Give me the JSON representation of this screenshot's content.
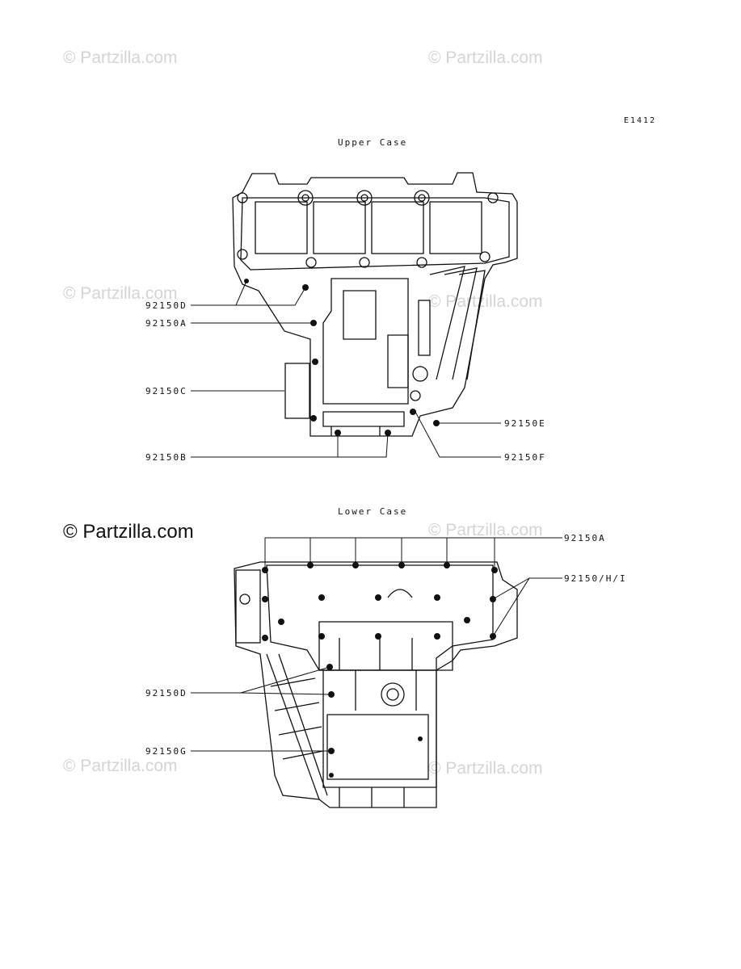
{
  "watermarks": {
    "light": [
      "© Partzilla.com",
      "© Partzilla.com",
      "© Partzilla.com",
      "© Partzilla.com",
      "© Partzilla.com",
      "© Partzilla.com",
      "© Partzilla.com"
    ],
    "strong": "© Partzilla.com"
  },
  "diagram_code": "E1412",
  "upper_case": {
    "title": "Upper Case",
    "labels": {
      "d": "92150D",
      "a": "92150A",
      "c": "92150C",
      "b": "92150B",
      "e": "92150E",
      "f": "92150F"
    }
  },
  "lower_case": {
    "title": "Lower Case",
    "labels": {
      "a": "92150A",
      "hi": "92150/H/I",
      "d": "92150D",
      "g": "92150G"
    }
  }
}
